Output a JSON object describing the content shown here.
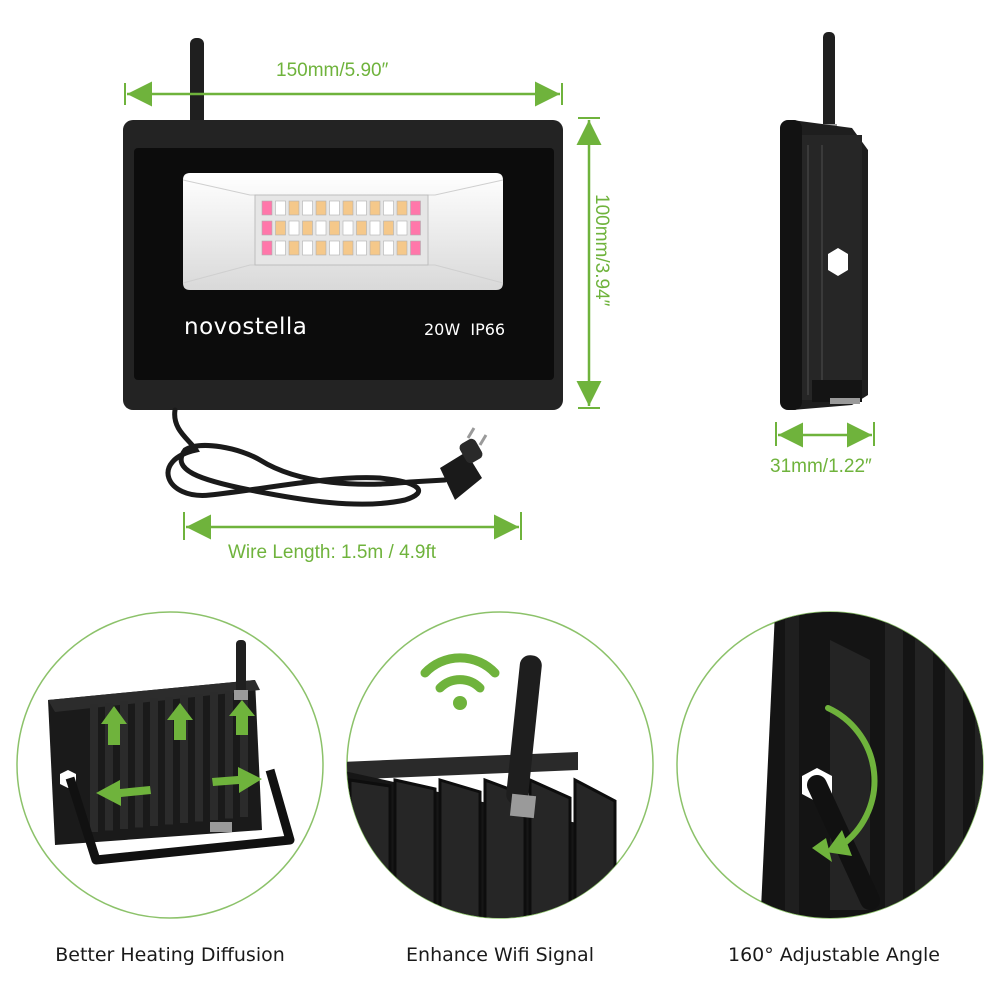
{
  "product": {
    "brand": "novostella",
    "spec": "20W  IP66"
  },
  "dimensions": {
    "width": "150mm/5.90″",
    "height": "100mm/3.94″",
    "depth": "31mm/1.22″",
    "wire": "Wire Length: 1.5m / 4.9ft"
  },
  "features": [
    {
      "caption": "Better Heating Diffusion",
      "icon": "heat-arrows-icon"
    },
    {
      "caption": "Enhance Wifi Signal",
      "icon": "wifi-icon"
    },
    {
      "caption": "160° Adjustable Angle",
      "icon": "rotate-arrow-icon"
    }
  ],
  "colors": {
    "accent": "#6fb33c",
    "body": "#1b1b1b",
    "housing": "#0c0c0c",
    "lens": "#f2f2f2",
    "warm_led": "#f5c88a"
  }
}
